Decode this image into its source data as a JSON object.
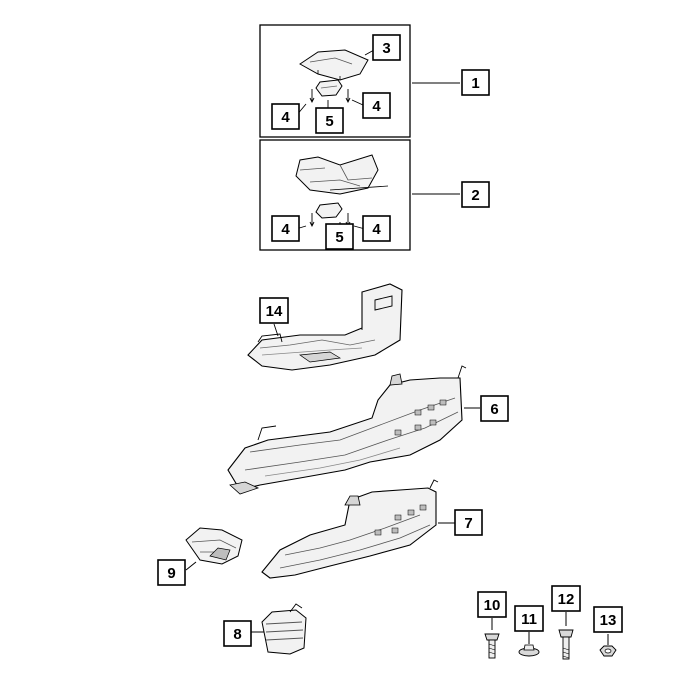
{
  "callouts": {
    "c1": "1",
    "c2": "2",
    "c3": "3",
    "c4": "4",
    "c5": "5",
    "c6": "6",
    "c7": "7",
    "c8": "8",
    "c9": "9",
    "c10": "10",
    "c11": "11",
    "c12": "12",
    "c13": "13",
    "c14": "14"
  },
  "colors": {
    "line": "#000000",
    "background": "#ffffff",
    "part_fill": "#f2f2f2",
    "part_shade": "#9a9a9a"
  },
  "icons": [
    "skid-plate-assembly",
    "skid-plate",
    "retaining-clip",
    "bolt",
    "washer-nut",
    "flange-bolt",
    "hex-nut"
  ]
}
